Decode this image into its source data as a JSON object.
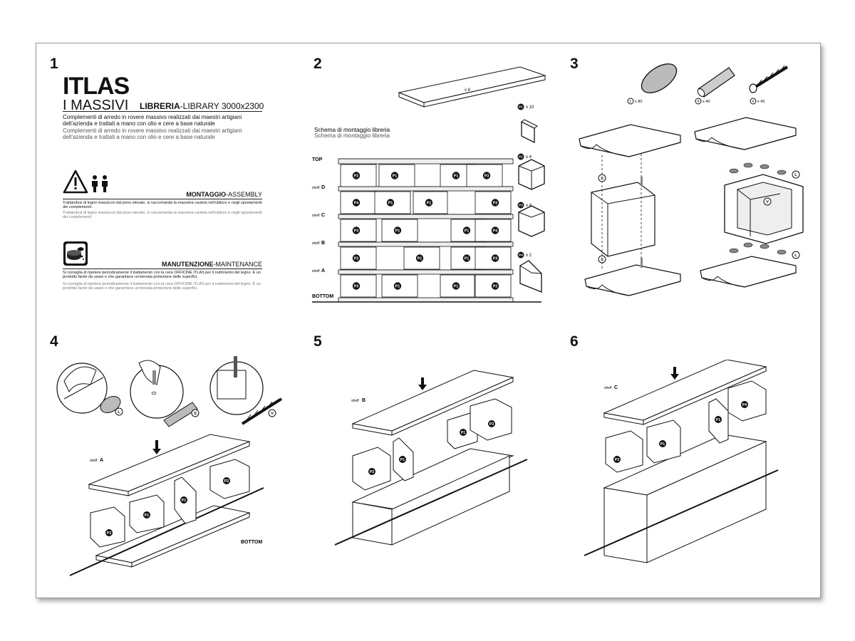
{
  "steps": [
    "1",
    "2",
    "3",
    "4",
    "5",
    "6"
  ],
  "brand": {
    "name": "ITLAS",
    "line": "I MASSIVI"
  },
  "product": {
    "name_bold": "LIBRERIA",
    "name_rest": "-LIBRARY",
    "size": "3000x2300"
  },
  "intro": {
    "primary": "Complementi di arredo in rovere massivo realizzati dai maestri artigiani dell'azienda e trattati a mano con olio e cere a base naturale",
    "secondary": "Complementi di arredo in rovere massivo realizzati dai maestri artigiani dell'azienda e trattati a mano con olio e cere a base naturale"
  },
  "assembly": {
    "title_bold": "MONTAGGIO",
    "title_rest": "-ASSEMBLY",
    "primary": "Trattandosi di legno massiccio dal peso elevato, si raccomanda la massima cautela nell'utilizzo e negli spostamenti dei complementi.",
    "secondary": "Trattandosi di legno massiccio dal peso elevato, si raccomanda la massima cautela nell'utilizzo e negli spostamenti dei complementi."
  },
  "maintenance": {
    "title_bold": "MANUTENZIONE",
    "title_rest": "-MAINTENANCE",
    "primary": "Si consiglia di ripetere periodicamente il trattamento con la cera OFFICINE ITLAS per il nutrimento del legno. È un prodotto facile da usare e che garantisce un'elevata protezione delle superfici.",
    "secondary": "Si consiglia di ripetere periodicamente il trattamento con la cera OFFICINE ITLAS per il nutrimento del legno. È un prodotto facile da usare e che garantisce un'elevata protezione delle superfici."
  },
  "schema": {
    "title": "Schema di montaggio libreria",
    "subtitle": "Schema di montaggio libreria",
    "shelf_qty": "x 6",
    "levels": {
      "top": "TOP",
      "d": "D",
      "c": "C",
      "b": "B",
      "a": "A",
      "bottom": "BOTTOM",
      "shelf_prefix": "shelf"
    },
    "parts": [
      {
        "code": "P1",
        "qty": "x 10"
      },
      {
        "code": "P2",
        "qty": "x 4"
      },
      {
        "code": "P3",
        "qty": "x 4"
      },
      {
        "code": "P4",
        "qty": "x 2"
      }
    ],
    "rows": [
      [
        "P2",
        "P1",
        "P1",
        "P3"
      ],
      [
        "P4",
        "P1",
        "P1",
        "P2"
      ],
      [
        "P3",
        "P1",
        "P1",
        "P4"
      ],
      [
        "P2",
        "P1",
        "P1",
        "P3"
      ],
      [
        "P3",
        "P1",
        "P1",
        "P2"
      ]
    ]
  },
  "hardware": [
    {
      "code": "L",
      "qty": "x 80"
    },
    {
      "code": "S",
      "qty": "x 40"
    },
    {
      "code": "V",
      "qty": "x 40"
    }
  ],
  "callouts": {
    "S": "S",
    "L": "L",
    "V": "V"
  },
  "step4": {
    "shelf_prefix": "shelf",
    "shelf": "A",
    "bottom": "BOTTOM",
    "parts": [
      "P1",
      "P1",
      "P2",
      "P3"
    ]
  },
  "step5": {
    "shelf_prefix": "shelf",
    "shelf": "B",
    "parts": [
      "P1",
      "P1",
      "P2",
      "P3"
    ]
  },
  "step6": {
    "shelf_prefix": "shelf",
    "shelf": "C",
    "parts": [
      "P1",
      "P1",
      "P3",
      "P4"
    ]
  }
}
